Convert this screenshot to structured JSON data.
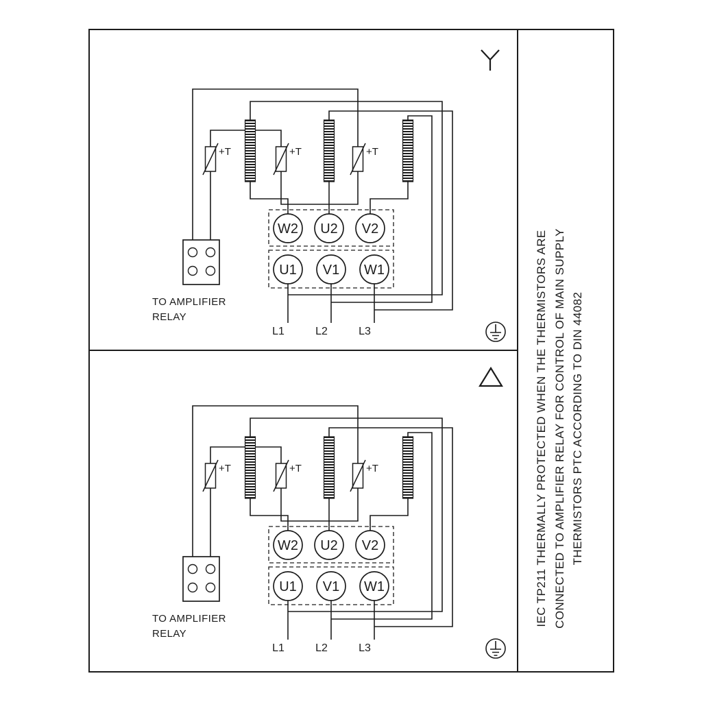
{
  "figure": {
    "colors": {
      "line": "#1c1c1c",
      "background": "#ffffff"
    },
    "side_note": [
      "IEC TP211 THERMALLY PROTECTED WHEN THE THERMISTORS ARE",
      "CONNECTED TO AMPLIFIER RELAY FOR CONTROL OF MAIN SUPPLY",
      "THERMISTORS PTC ACCORDING TO DIN 44082"
    ],
    "panels": [
      {
        "connection": "star",
        "connection_icon": "star-connection-icon",
        "thermistor_labels": [
          "+T",
          "+T",
          "+T"
        ],
        "terminals": {
          "top": [
            "W2",
            "U2",
            "V2"
          ],
          "bottom": [
            "U1",
            "V1",
            "W1"
          ]
        },
        "relay_caption": [
          "TO AMPLIFIER",
          "RELAY"
        ],
        "supply_labels": [
          "L1",
          "L2",
          "L3"
        ],
        "ground_icon": "earth-ground-icon"
      },
      {
        "connection": "delta",
        "connection_icon": "delta-connection-icon",
        "thermistor_labels": [
          "+T",
          "+T",
          "+T"
        ],
        "terminals": {
          "top": [
            "W2",
            "U2",
            "V2"
          ],
          "bottom": [
            "U1",
            "V1",
            "W1"
          ]
        },
        "relay_caption": [
          "TO AMPLIFIER",
          "RELAY"
        ],
        "supply_labels": [
          "L1",
          "L2",
          "L3"
        ],
        "ground_icon": "earth-ground-icon"
      }
    ]
  }
}
